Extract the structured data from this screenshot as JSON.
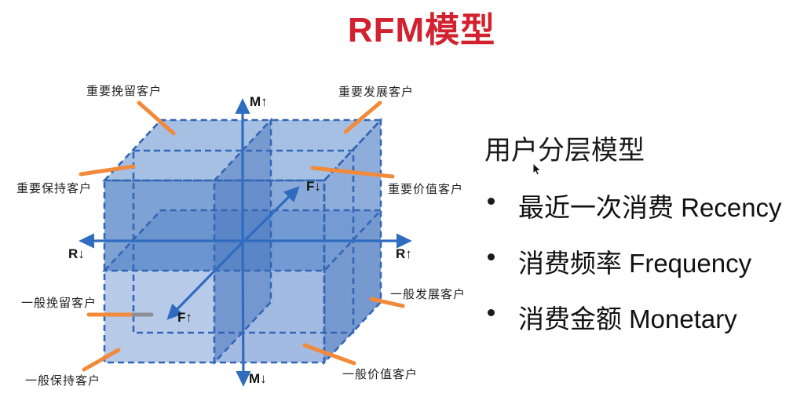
{
  "title": "RFM模型",
  "cube": {
    "axis_labels": {
      "m_up": "M↑",
      "m_down": "M↓",
      "r_down": "R↓",
      "r_up": "R↑",
      "f_down": "F↓",
      "f_up": "F↑"
    },
    "segment_labels": {
      "important_retain": "重要挽留客户",
      "important_develop": "重要发展客户",
      "important_keep": "重要保持客户",
      "important_value": "重要价值客户",
      "general_retain": "一般挽留客户",
      "general_develop": "一般发展客户",
      "general_keep": "一般保持客户",
      "general_value": "一般价值客户"
    }
  },
  "panel": {
    "heading": "用户分层模型",
    "bullets": [
      "最近一次消费 Recency",
      "消费频率 Frequency",
      "消费金额 Monetary"
    ]
  },
  "colors": {
    "title_red": "#d2222f",
    "cube_stroke": "#3366b5",
    "cube_fill_light": "#b7cbe9",
    "cube_fill_dark": "#4c78bf",
    "axis_blue": "#2f6cc0",
    "leader_orange": "#f18a3b",
    "text_black": "#1a1a1a"
  }
}
